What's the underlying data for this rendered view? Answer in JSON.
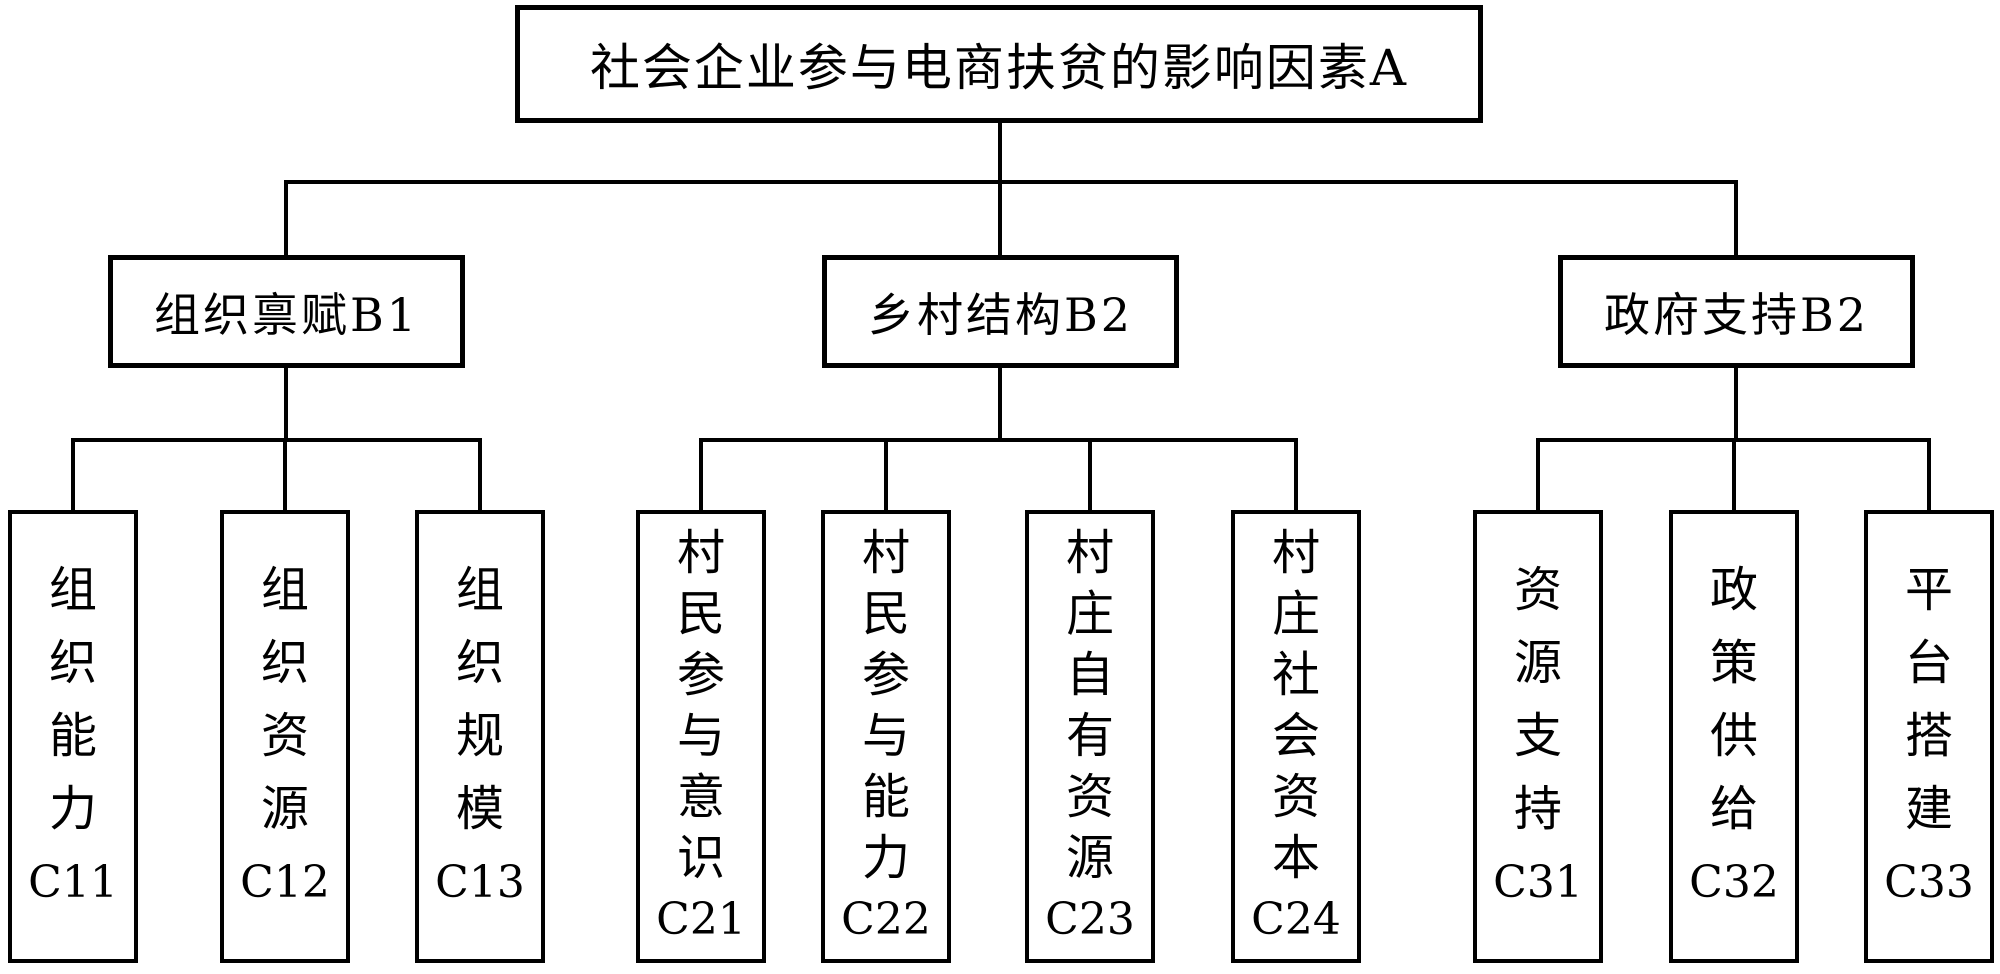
{
  "diagram": {
    "root": {
      "label": "社会企业参与电商扶贫的影响因素A"
    },
    "branches": [
      {
        "label": "组织禀赋B1",
        "children": [
          {
            "text": "组织能力",
            "code": "C11"
          },
          {
            "text": "组织资源",
            "code": "C12"
          },
          {
            "text": "组织规模",
            "code": "C13"
          }
        ]
      },
      {
        "label": "乡村结构B2",
        "children": [
          {
            "text": "村民参与意识",
            "code": "C21"
          },
          {
            "text": "村民参与能力",
            "code": "C22"
          },
          {
            "text": "村庄自有资源",
            "code": "C23"
          },
          {
            "text": "村庄社会资本",
            "code": "C24"
          }
        ]
      },
      {
        "label": "政府支持B2",
        "children": [
          {
            "text": "资源支持",
            "code": "C31"
          },
          {
            "text": "政策供给",
            "code": "C32"
          },
          {
            "text": "平台搭建",
            "code": "C33"
          }
        ]
      }
    ],
    "colors": {
      "line": "#000000",
      "background": "#ffffff",
      "text": "#000000"
    }
  }
}
